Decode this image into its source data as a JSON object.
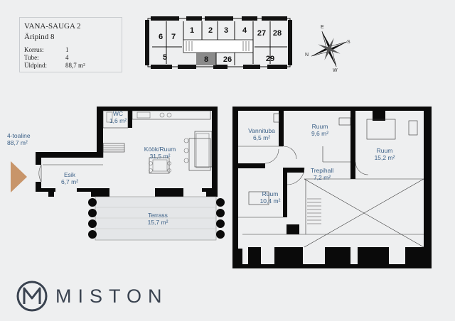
{
  "info": {
    "title": "VANA-SAUGA 2",
    "subtitle": "Äripind 8",
    "rows": [
      {
        "label": "Korrus:",
        "value": "1"
      },
      {
        "label": "Tube:",
        "value": "4"
      },
      {
        "label": "Üldpind:",
        "value": "88,7 m²"
      }
    ]
  },
  "keyplan": {
    "units": [
      "6",
      "7",
      "1",
      "2",
      "3",
      "4",
      "27",
      "28",
      "5",
      "8",
      "26",
      "29"
    ],
    "highlight": "8"
  },
  "compass": {
    "n": "N",
    "e": "E",
    "s": "S",
    "w": "W"
  },
  "entrance": {
    "label": "4-toaline",
    "area": "88,7 m²"
  },
  "rooms": [
    {
      "id": "wc",
      "name": "WC",
      "area": "1,6 m²"
    },
    {
      "id": "kook",
      "name": "Köök/Ruum",
      "area": "31,5 m²"
    },
    {
      "id": "esik",
      "name": "Esik",
      "area": "6,7 m²"
    },
    {
      "id": "terrass",
      "name": "Terrass",
      "area": "15,7 m²"
    },
    {
      "id": "vannituba",
      "name": "Vannituba",
      "area": "6,5 m²"
    },
    {
      "id": "ruum1",
      "name": "Ruum",
      "area": "9,6 m²"
    },
    {
      "id": "ruum2",
      "name": "Ruum",
      "area": "15,2 m²"
    },
    {
      "id": "trepihall",
      "name": "Trepihall",
      "area": "7,2 m²"
    },
    {
      "id": "ruum3",
      "name": "Ruum",
      "area": "10,4 m²"
    }
  ],
  "brand": {
    "name": "MISTON"
  },
  "colors": {
    "wall": "#0a0a0a",
    "label": "#3b6087",
    "arrow": "#c8956a",
    "bg": "#eeeff0",
    "keyplan_highlight": "#8a8a8a"
  }
}
